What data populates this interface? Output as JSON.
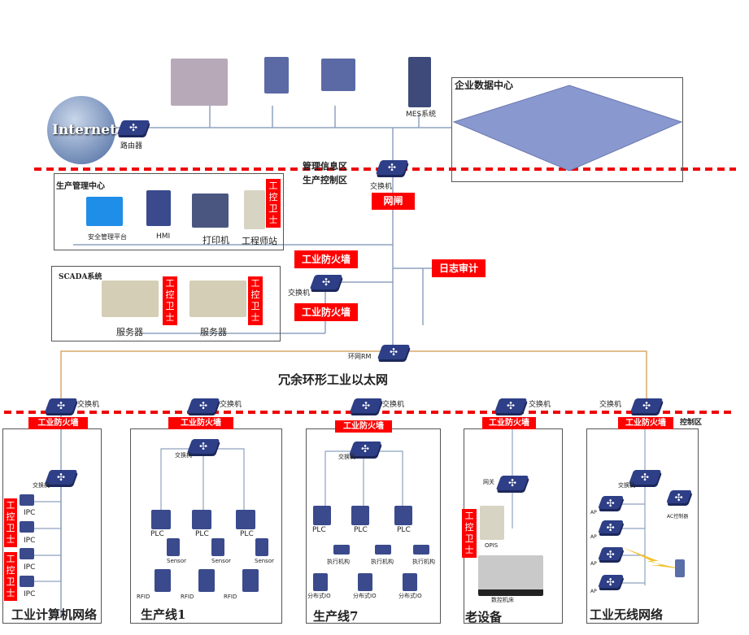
{
  "top": {
    "internet": "Internet",
    "router": "路由器",
    "mes": "MES系统",
    "datacenter": "企业数据中心"
  },
  "zones": {
    "mgmt": "管理信息区",
    "prod": "生产控制区",
    "control": "控制区"
  },
  "core": {
    "switch": "交换机",
    "gap": "网闸",
    "log_audit": "日志审计",
    "firewall1": "工业防火墙",
    "firewall2": "工业防火墙",
    "mid_switch": "交换机",
    "ring_switch": "环网RM",
    "ring": "冗余环形工业以太网"
  },
  "prod_center": {
    "title": "生产管理中心",
    "items": [
      "安全管理平台",
      "HMI",
      "打印机",
      "工程师站"
    ]
  },
  "scada": {
    "title": "SCADA系统",
    "servers": [
      "服务器",
      "服务器"
    ]
  },
  "guard": "工控卫士",
  "ring_switches": [
    "交换机",
    "交换机",
    "交换机",
    "交换机",
    "交换机"
  ],
  "sections": [
    {
      "title": "工业计算机网络",
      "firewall": "工业防火墙",
      "switch": "交换机",
      "devices": [
        "IPC",
        "IPC",
        "IPC",
        "IPC"
      ]
    },
    {
      "title": "生产线1",
      "firewall": "工业防火墙",
      "switch": "交换机",
      "plc": [
        "PLC",
        "PLC",
        "PLC"
      ],
      "sensor": [
        "Sensor",
        "Sensor",
        "Sensor"
      ],
      "rfid": [
        "RFID",
        "RFID",
        "RFID"
      ]
    },
    {
      "title": "生产线7",
      "firewall": "工业防火墙",
      "switch": "交换机",
      "plc": [
        "PLC",
        "PLC",
        "PLC"
      ],
      "actuator": [
        "执行机构",
        "执行机构",
        "执行机构"
      ],
      "io": [
        "分布式IO",
        "分布式IO",
        "分布式IO"
      ]
    },
    {
      "title": "老设备",
      "firewall": "工业防火墙",
      "gateway": "网关",
      "terminal": "OPIS",
      "machine": "数控机床"
    },
    {
      "title": "工业无线网络",
      "firewall": "工业防火墙",
      "switch": "交换机",
      "ap": [
        "AP",
        "AP",
        "AP",
        "AP"
      ],
      "ac": "AC控制器"
    }
  ],
  "colors": {
    "alert": "#ff0000",
    "device": "#2e3f87",
    "ring": "#d9a86a",
    "line": "#8ea2bf"
  }
}
